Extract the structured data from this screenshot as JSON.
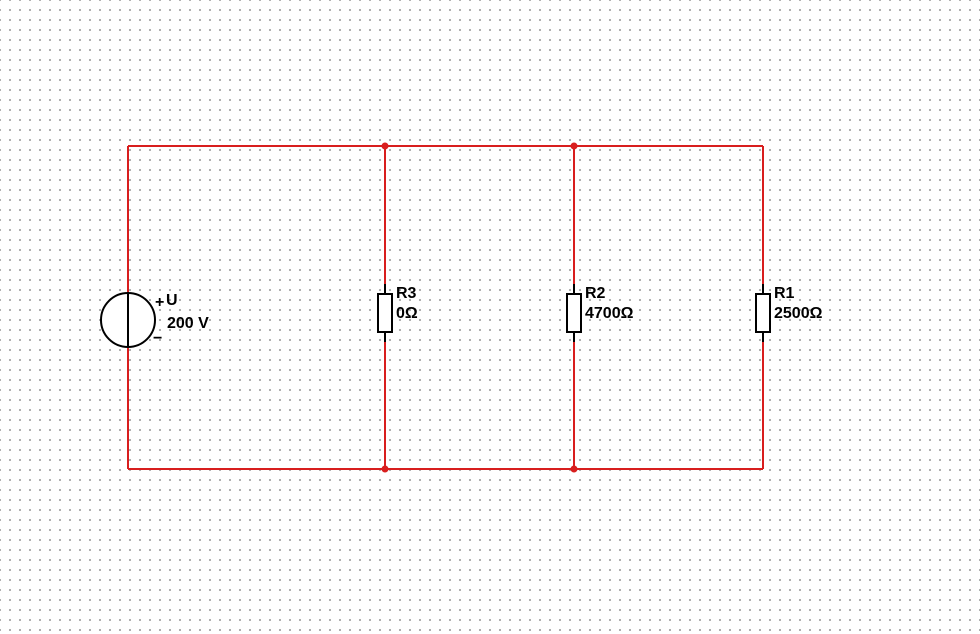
{
  "colors": {
    "wire": "#d81e1e",
    "component": "#000000",
    "grid_dot": "#9a9a9a"
  },
  "source": {
    "name": "U",
    "value": "200 V",
    "plus": "+",
    "minus": "−"
  },
  "resistors": [
    {
      "name": "R3",
      "value": "0Ω"
    },
    {
      "name": "R2",
      "value": "4700Ω"
    },
    {
      "name": "R1",
      "value": "2500Ω"
    }
  ]
}
